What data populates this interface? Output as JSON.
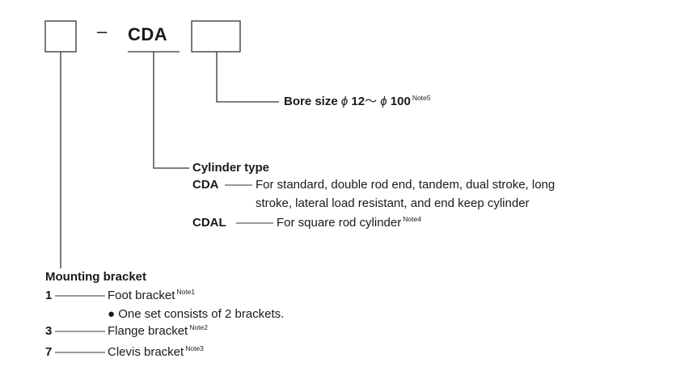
{
  "code": {
    "dash": "–",
    "fixed_code": "CDA"
  },
  "bore": {
    "label": "Bore size",
    "phi1": "ϕ",
    "min": "12",
    "range_sep": "〜",
    "phi2": "ϕ",
    "max": "100",
    "note": "Note5"
  },
  "cylinder_type": {
    "heading": "Cylinder type",
    "items": [
      {
        "code": "CDA",
        "line1": "For standard, double rod end, tandem, dual stroke, long",
        "line2": "stroke, lateral load resistant, and end keep cylinder",
        "note": ""
      },
      {
        "code": "CDAL",
        "line1": "For square rod cylinder",
        "line2": "",
        "note": "Note4"
      }
    ]
  },
  "mounting_bracket": {
    "heading": "Mounting bracket",
    "items": [
      {
        "code": "1",
        "label": "Foot bracket",
        "note": "Note1",
        "sub_bullet": "●",
        "sub_text": "One set consists of 2 brackets."
      },
      {
        "code": "3",
        "label": "Flange bracket",
        "note": "Note2"
      },
      {
        "code": "7",
        "label": "Clevis bracket",
        "note": "Note3"
      }
    ]
  }
}
